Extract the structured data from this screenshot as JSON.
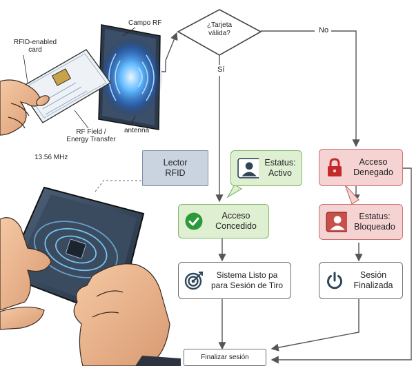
{
  "illustration": {
    "label_rfid_card": "RFID-enabled\ncard",
    "label_campo_rf": "Campo RF",
    "label_rf_field": "RF Field /\nEnergy Transfer",
    "label_antenna": "antenna",
    "label_frequency": "13.56 MHz"
  },
  "flow": {
    "decision": "¿Tarjeta\nválida?",
    "edge_no": "No",
    "edge_si": "Sí",
    "lector": "Lector\nRFID",
    "status_activo": "Estatus:\nActivo",
    "acceso_concedido": "Acceso\nConcedido",
    "acceso_denegado": "Acceso\nDenegado",
    "status_bloqueado": "Estatus:\nBloqueado",
    "sistema_listo": "Sistema Listo pa\npara Sesión de Tiro",
    "sesion_finalizada": "Sesión\nFinalizada",
    "finalizar": "Finalizar sesión"
  },
  "colors": {
    "success": "#dff0d2",
    "danger": "#f6d3d3",
    "neutral": "#c9d4e0",
    "arrow": "#555555"
  }
}
